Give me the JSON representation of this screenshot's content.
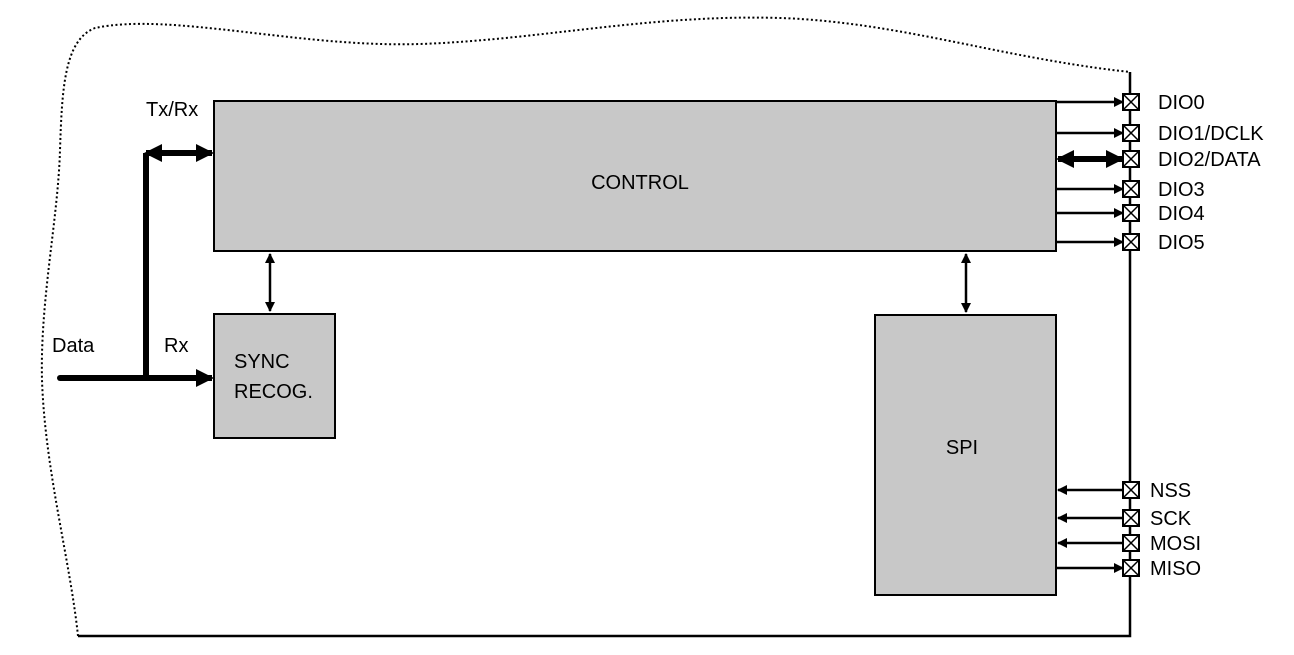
{
  "colors": {
    "block_fill": "#c8c8c8",
    "line": "#000000",
    "background": "#ffffff"
  },
  "blocks": {
    "control": "CONTROL",
    "sync_line1": "SYNC",
    "sync_line2": "RECOG.",
    "spi": "SPI"
  },
  "signals": {
    "data": "Data",
    "rx": "Rx",
    "txrx": "Tx/Rx"
  },
  "dio_pins": [
    {
      "name": "DIO0",
      "direction": "out"
    },
    {
      "name": "DIO1/DCLK",
      "direction": "out"
    },
    {
      "name": "DIO2/DATA",
      "direction": "bidirectional"
    },
    {
      "name": "DIO3",
      "direction": "out"
    },
    {
      "name": "DIO4",
      "direction": "out"
    },
    {
      "name": "DIO5",
      "direction": "out"
    }
  ],
  "spi_pins": [
    {
      "name": "NSS",
      "direction": "in"
    },
    {
      "name": "SCK",
      "direction": "in"
    },
    {
      "name": "MOSI",
      "direction": "in"
    },
    {
      "name": "MISO",
      "direction": "out"
    }
  ]
}
